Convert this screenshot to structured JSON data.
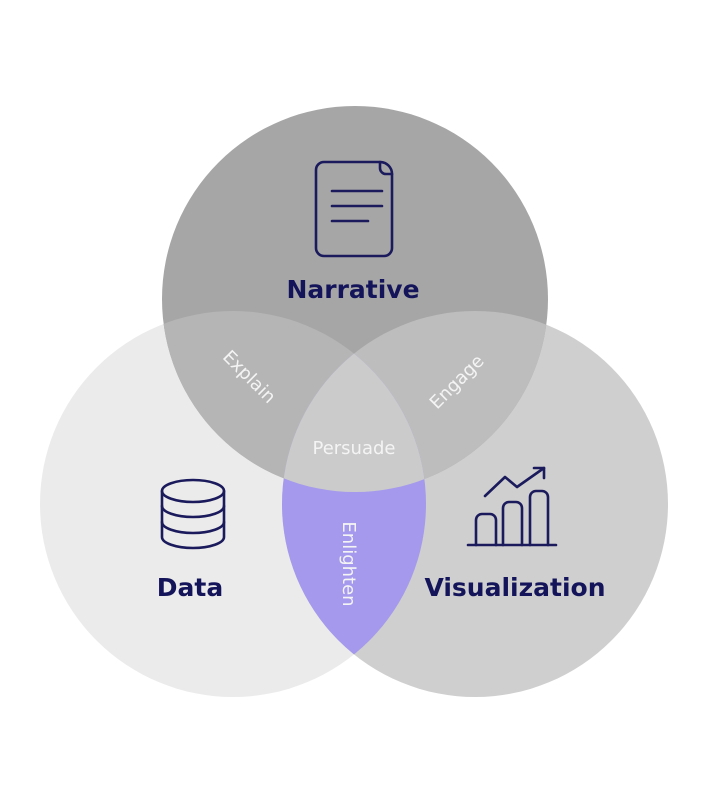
{
  "diagram": {
    "type": "venn",
    "sets": [
      {
        "id": "narrative",
        "label": "Narrative",
        "icon": "document-icon",
        "color": "#a6a6a6"
      },
      {
        "id": "data",
        "label": "Data",
        "icon": "database-icon",
        "color": "#ebebeb"
      },
      {
        "id": "visualization",
        "label": "Visualization",
        "icon": "bar-chart-trend-icon",
        "color": "#cfcfcf"
      }
    ],
    "overlaps": [
      {
        "sets": [
          "narrative",
          "data"
        ],
        "label": "Explain",
        "color": "#b5b5b5"
      },
      {
        "sets": [
          "narrative",
          "visualization"
        ],
        "label": "Engage",
        "color": "#bdbdbd"
      },
      {
        "sets": [
          "data",
          "visualization"
        ],
        "label": "Enlighten",
        "color": "#a499ec"
      },
      {
        "sets": [
          "narrative",
          "data",
          "visualization"
        ],
        "label": "Persuade",
        "color": "#cbcbcb"
      }
    ],
    "text_color": "#14145a"
  }
}
